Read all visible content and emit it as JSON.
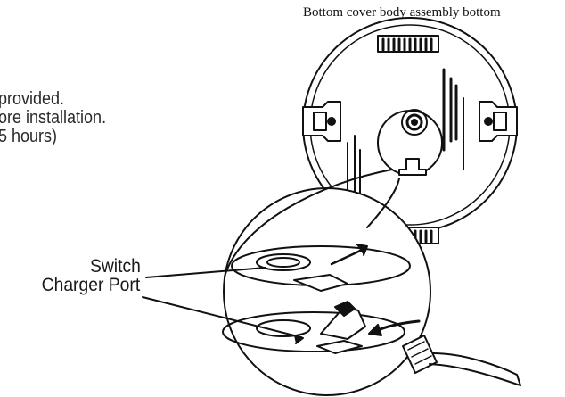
{
  "left_text": {
    "line1": "provided.",
    "line2": "ore installation.",
    "line3": "5 hours)"
  },
  "caption": "Bottom cover body assembly bottom",
  "callouts": {
    "switch": "Switch",
    "charger_port": "Charger Port"
  },
  "colors": {
    "line": "#111111",
    "text": "#2a2a2a",
    "background": "#ffffff"
  }
}
